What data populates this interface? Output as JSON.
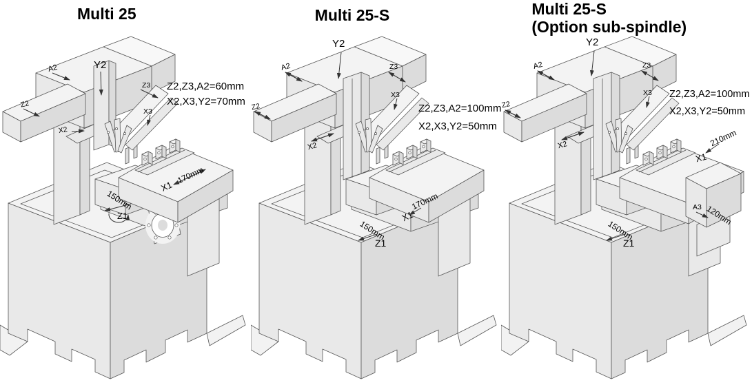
{
  "figure": {
    "background": "#ffffff",
    "line_color": "#555555",
    "text_color": "#000000"
  },
  "panels": [
    {
      "title": "Multi 25",
      "subtitle": "",
      "specs": {
        "line1": "Z2,Z3,A2=60mm",
        "line2": "X2,X3,Y2=70mm"
      },
      "axes": {
        "a2": "A2",
        "y2": "Y2",
        "z2": "Z2",
        "x2": "X2",
        "z3": "Z3",
        "x3": "X3",
        "x1": "X1",
        "z1": "Z1"
      },
      "dims": {
        "x1": "170mm",
        "z1": "150mm"
      }
    },
    {
      "title": "Multi 25-S",
      "subtitle": "",
      "specs": {
        "line1": "Z2,Z3,A2=100mm",
        "line2": "X2,X3,Y2=50mm"
      },
      "axes": {
        "a2": "A2",
        "y2": "Y2",
        "z2": "Z2",
        "x2": "X2",
        "z3": "Z3",
        "x3": "X3",
        "x1": "X1",
        "z1": "Z1"
      },
      "dims": {
        "x1": "170mm",
        "z1": "150mm"
      }
    },
    {
      "title": "Multi 25-S",
      "subtitle": "(Option sub-spindle)",
      "specs": {
        "line1": "Z2,Z3,A2=100mm",
        "line2": "X2,X3,Y2=50mm"
      },
      "axes": {
        "a2": "A2",
        "y2": "Y2",
        "z2": "Z2",
        "x2": "X2",
        "z3": "Z3",
        "x3": "X3",
        "x1": "X1",
        "z1": "Z1",
        "a3": "A3"
      },
      "dims": {
        "x1": "210mm",
        "z1": "150mm",
        "a3": "120mm"
      }
    }
  ]
}
